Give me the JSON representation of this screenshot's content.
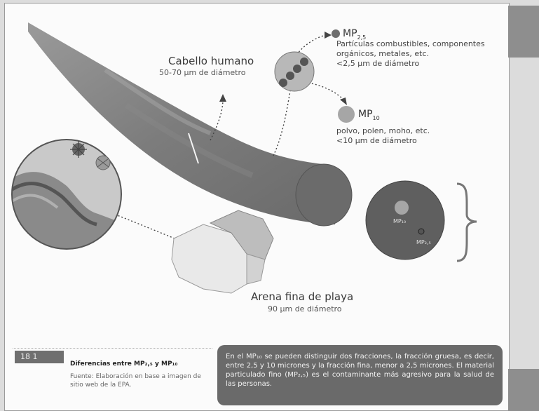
{
  "hair": {
    "title": "Cabello humano",
    "size": "50-70 µm de diámetro"
  },
  "mp25": {
    "title_main": "MP",
    "title_sub": "2,5",
    "desc_line1": "Partículas combustibles, componentes",
    "desc_line2": "orgánicos, metales, etc.",
    "desc_line3": "<2,5 µm de diámetro"
  },
  "mp10": {
    "title_main": "MP",
    "title_sub": "10",
    "desc_line1": "polvo, polen, moho, etc.",
    "desc_line2": "<10 µm de diámetro"
  },
  "sand": {
    "title": "Arena fina de playa",
    "size": "90 µm de diámetro"
  },
  "circle_labels": {
    "mp10": "MP₁₀",
    "mp25": "MP₂,₅"
  },
  "figure": {
    "number": "18   1",
    "title": "Diferencias entre MP₂,₅ y MP₁₀",
    "source": "Fuente: Elaboración en base a imagen de sitio web de la EPA."
  },
  "callout": {
    "text": "En el MP₁₀ se pueden distinguir dos fracciones, la fracción gruesa, es decir, entre 2,5 y 10 micrones y la fracción fina, menor a 2,5 micrones. El material particulado fino (MP₂,₅) es el contaminante más agresivo para la salud de las personas."
  },
  "colors": {
    "hair": "#7a7a7a",
    "particle": "#6e6e6e",
    "callout_bg": "#6a6a6a"
  }
}
